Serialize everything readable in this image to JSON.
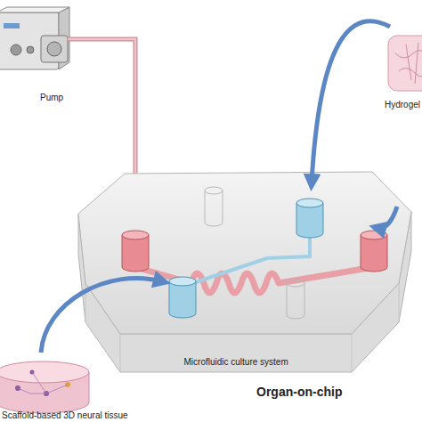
{
  "diagram": {
    "labels": [
      "Pump",
      "Hydrogel",
      "Scaffold-based 3D neural tissue",
      "Microfluidic culture system",
      "Organ-on-chip"
    ]
  }
}
